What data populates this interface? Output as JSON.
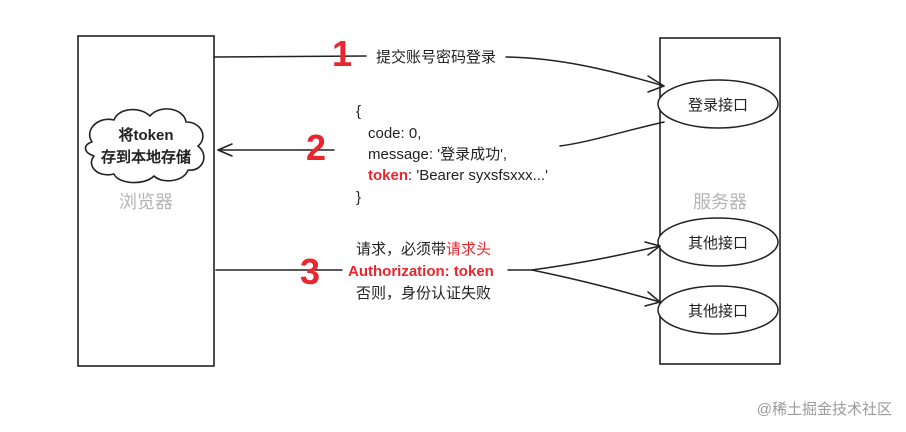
{
  "browser": {
    "label": "浏览器",
    "cloud_line1": "将token",
    "cloud_line2": "存到本地存储"
  },
  "server": {
    "label": "服务器",
    "login_api": "登录接口",
    "other_api_1": "其他接口",
    "other_api_2": "其他接口"
  },
  "step1": {
    "number": "1",
    "text": "提交账号密码登录"
  },
  "step2": {
    "number": "2",
    "brace_open": "{",
    "code_line": "code: 0,",
    "message_line": "message: '登录成功',",
    "token_key": "token",
    "token_value": ": 'Bearer syxsfsxxx...'",
    "brace_close": "}"
  },
  "step3": {
    "number": "3",
    "line1_prefix": "请求，必须带",
    "line1_highlight": "请求头",
    "line2": "Authorization: token",
    "line3": "否则，身份认证失败"
  },
  "watermark": "@稀土掘金技术社区",
  "colors": {
    "accent_red": "#e8262d",
    "label_gray": "#b5b5b5",
    "ink": "#222222"
  }
}
